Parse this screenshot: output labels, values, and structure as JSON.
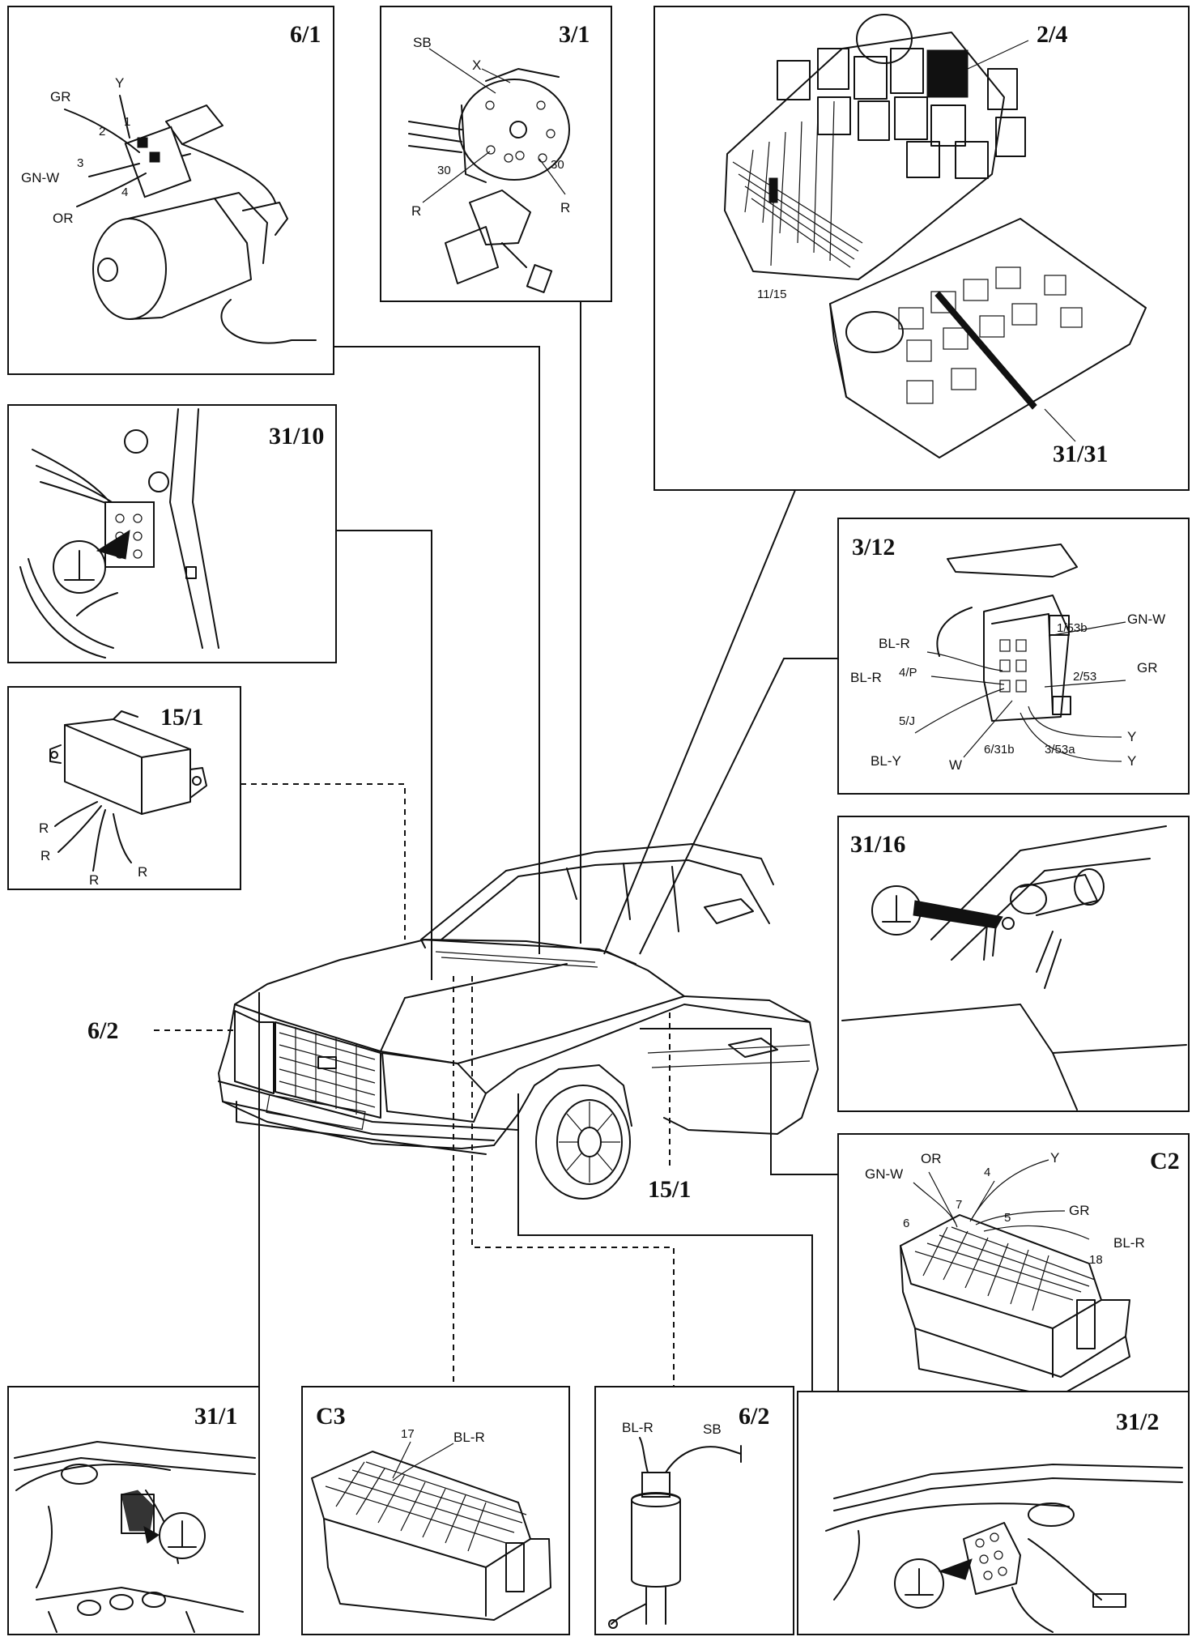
{
  "panels": {
    "p6_1": {
      "title": "6/1",
      "labels": {
        "gr": "GR",
        "y": "Y",
        "gnw": "GN-W",
        "or": "OR",
        "n1": "1",
        "n2": "2",
        "n3": "3",
        "n4": "4"
      }
    },
    "p3_1": {
      "title": "3/1",
      "labels": {
        "sb": "SB",
        "x": "X",
        "n30a": "30",
        "n30b": "30",
        "ra": "R",
        "rb": "R"
      }
    },
    "p2_4": {
      "title": "2/4",
      "labels": {
        "fuse": "11/15",
        "relay_box": "31/31"
      }
    },
    "p31_10": {
      "title": "31/10"
    },
    "p3_12": {
      "title": "3/12",
      "labels": {
        "p153b": "1/53b",
        "gnw": "GN-W",
        "blr1": "BL-R",
        "blr2": "BL-R",
        "p4p": "4/P",
        "p253": "2/53",
        "gr": "GR",
        "p5j": "5/J",
        "bly": "BL-Y",
        "y1": "Y",
        "p631b": "6/31b",
        "p353a": "3/53a",
        "w": "W",
        "y2": "Y"
      }
    },
    "p15_1": {
      "title": "15/1",
      "labels": {
        "r1": "R",
        "r2": "R",
        "r3": "R",
        "r4": "R"
      }
    },
    "p31_16": {
      "title": "31/16"
    },
    "pC2": {
      "title": "C2",
      "labels": {
        "gnw": "GN-W",
        "or": "OR",
        "n4": "4",
        "y": "Y",
        "n7": "7",
        "gr": "GR",
        "n6": "6",
        "n5": "5",
        "blr": "BL-R",
        "n18": "18"
      }
    },
    "p31_1": {
      "title": "31/1"
    },
    "pC3": {
      "title": "C3",
      "labels": {
        "n17": "17",
        "blr": "BL-R"
      }
    },
    "p6_2": {
      "title": "6/2",
      "labels": {
        "blr": "BL-R",
        "sb": "SB"
      }
    },
    "p31_2": {
      "title": "31/2"
    }
  },
  "car_callouts": {
    "left": "6/2",
    "right": "15/1"
  }
}
